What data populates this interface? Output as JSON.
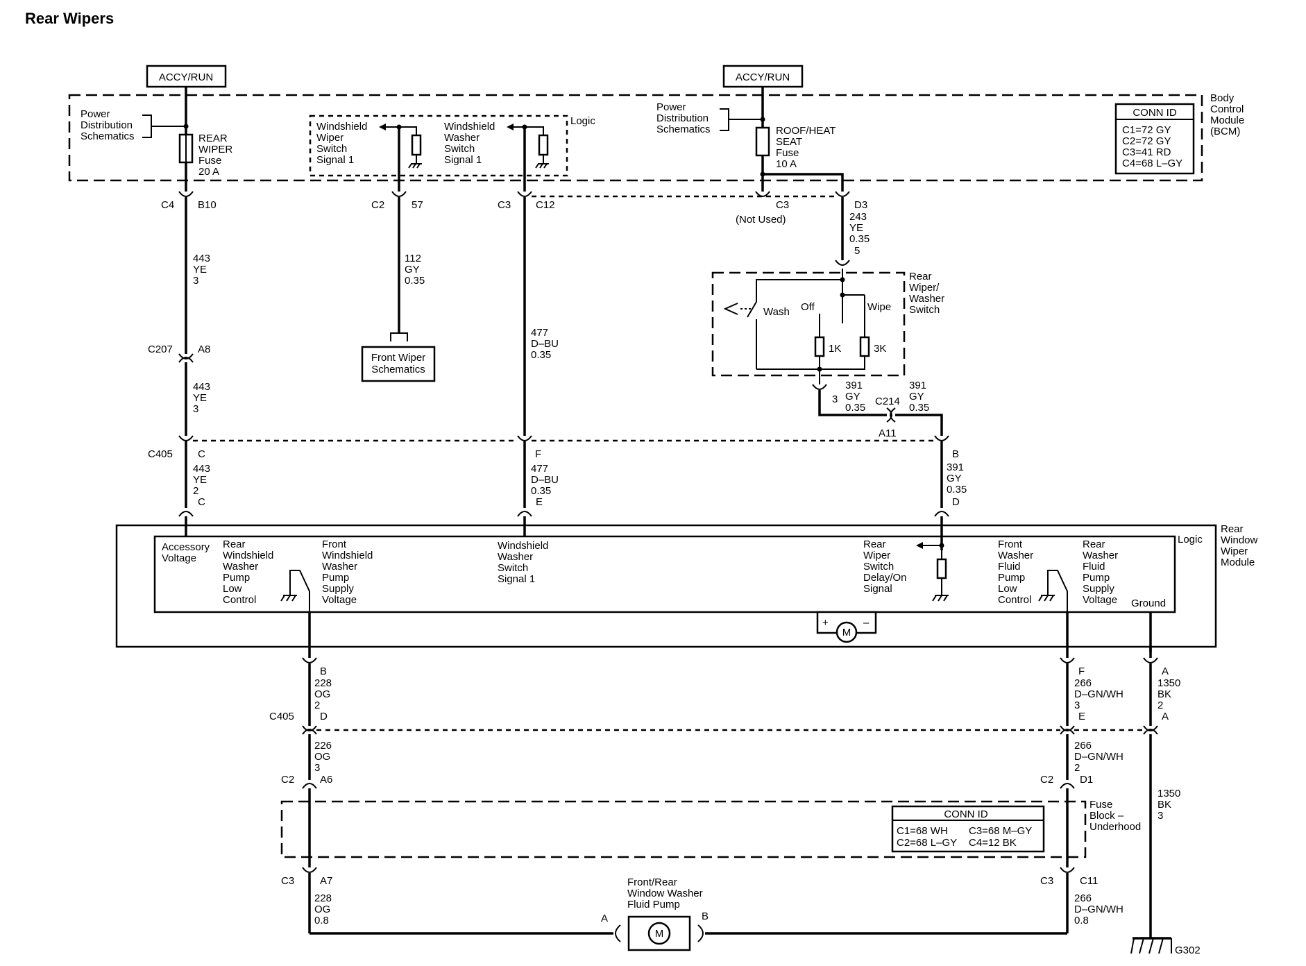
{
  "title": "Rear Wipers",
  "labels": {
    "accy_run": "ACCY/RUN",
    "power_distribution": [
      "Power",
      "Distribution",
      "Schematics"
    ],
    "rear_wiper_fuse": [
      "REAR",
      "WIPER",
      "Fuse",
      "20 A"
    ],
    "ws_wiper_switch_signal": [
      "Windshield",
      "Wiper",
      "Switch",
      "Signal 1"
    ],
    "ws_washer_switch_signal": [
      "Windshield",
      "Washer",
      "Switch",
      "Signal 1"
    ],
    "logic": "Logic",
    "roof_heat_seat_fuse": [
      "ROOF/HEAT",
      "SEAT",
      "Fuse",
      "10 A"
    ],
    "conn_id": "CONN ID",
    "bcm_conn": [
      "C1=72 GY",
      "C2=72 GY",
      "C3=41 RD",
      "C4=68 L–GY"
    ],
    "bcm": [
      "Body",
      "Control",
      "Module",
      "(BCM)"
    ],
    "not_used": "(Not Used)",
    "rear_wiper_washer_switch": [
      "Rear",
      "Wiper/",
      "Washer",
      "Switch"
    ],
    "wash": "Wash",
    "off": "Off",
    "wipe": "Wipe",
    "r1k": "1K",
    "r3k": "3K",
    "front_wiper_schematics": [
      "Front Wiper",
      "Schematics"
    ],
    "rwwm": [
      "Rear",
      "Window",
      "Wiper",
      "Module"
    ],
    "accessory_voltage": [
      "Accessory",
      "Voltage"
    ],
    "rear_ws_washer_pump_low": [
      "Rear",
      "Windshield",
      "Washer",
      "Pump",
      "Low",
      "Control"
    ],
    "front_ws_washer_pump_supply": [
      "Front",
      "Windshield",
      "Washer",
      "Pump",
      "Supply",
      "Voltage"
    ],
    "ws_washer_switch_signal_module": [
      "Windshield",
      "Washer",
      "Switch",
      "Signal 1"
    ],
    "rear_wiper_switch_delay": [
      "Rear",
      "Wiper",
      "Switch",
      "Delay/On",
      "Signal"
    ],
    "front_washer_fluid_pump_low": [
      "Front",
      "Washer",
      "Fluid",
      "Pump",
      "Low",
      "Control"
    ],
    "rear_washer_fluid_pump_supply": [
      "Rear",
      "Washer",
      "Fluid",
      "Pump",
      "Supply",
      "Voltage"
    ],
    "ground": "Ground",
    "fuse_block": [
      "Fuse",
      "Block –",
      "Underhood"
    ],
    "fuse_conn": [
      "C1=68 WH",
      "C3=68 M–GY",
      "C2=68 L–GY",
      "C4=12 BK"
    ],
    "pump": [
      "Front/Rear",
      "Window Washer",
      "Fluid Pump"
    ],
    "motor": "M",
    "plus": "+",
    "minus": "–",
    "g302": "G302"
  },
  "connectors": {
    "c4": "C4",
    "b10": "B10",
    "c2": "C2",
    "p57": "57",
    "c3": "C3",
    "c12": "C12",
    "c3_bcm": "C3",
    "d3": "D3",
    "c207": "C207",
    "a8": "A8",
    "c405": "C405",
    "c": "C",
    "f": "F",
    "b": "B",
    "c_bottom": "C",
    "e": "E",
    "d": "D",
    "c214": "C214",
    "a11": "A11",
    "pin3": "3",
    "pin5": "5",
    "b_lower": "B",
    "d_lower": "D",
    "f_lower": "F",
    "e_lower": "E",
    "a_lower": "A",
    "a_lower2": "A",
    "c405_lower": "C405",
    "c2_fb_left": "C2",
    "a6": "A6",
    "c2_fb_right": "C2",
    "d1": "D1",
    "c3_fb_left": "C3",
    "a7": "A7",
    "c3_fb_right": "C3",
    "c11": "C11",
    "pump_a": "A",
    "pump_b": "B"
  },
  "wires": {
    "w443a": [
      "443",
      "YE",
      "3"
    ],
    "w112": [
      "112",
      "GY",
      "0.35"
    ],
    "w477a": [
      "477",
      "D–BU",
      "0.35"
    ],
    "w243": [
      "243",
      "YE",
      "0.35"
    ],
    "w443b": [
      "443",
      "YE",
      "3"
    ],
    "w391a": [
      "391",
      "GY",
      "0.35"
    ],
    "w391b": [
      "391",
      "GY",
      "0.35"
    ],
    "w443c": [
      "443",
      "YE",
      "2"
    ],
    "w477b": [
      "477",
      "D–BU",
      "0.35"
    ],
    "w391c": [
      "391",
      "GY",
      "0.35"
    ],
    "w228a": [
      "228",
      "OG",
      "2"
    ],
    "w266a": [
      "266",
      "D–GN/WH",
      "3"
    ],
    "w1350a": [
      "1350",
      "BK",
      "2"
    ],
    "w226": [
      "226",
      "OG",
      "3"
    ],
    "w266b": [
      "266",
      "D–GN/WH",
      "2"
    ],
    "w1350b": [
      "1350",
      "BK",
      "3"
    ],
    "w228b": [
      "228",
      "OG",
      "0.8"
    ],
    "w266c": [
      "266",
      "D–GN/WH",
      "0.8"
    ]
  }
}
